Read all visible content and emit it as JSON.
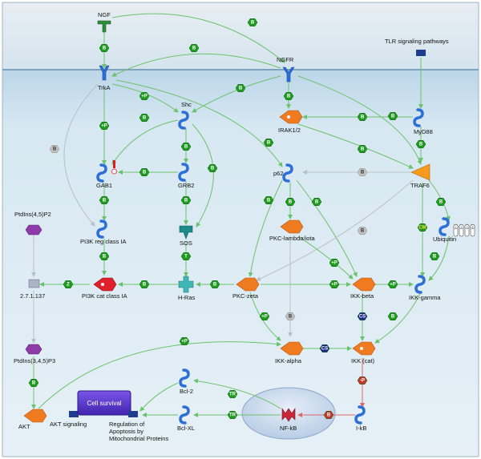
{
  "nodes": {
    "ngf": "NGF",
    "trka": "TrkA",
    "ngfr": "NGFR",
    "tlr": "TLR signaling pathways",
    "shc": "Shc",
    "irak": "IRAK1/2",
    "myd88": "MyD88",
    "gab1": "GAB1",
    "grb2": "GRB2",
    "p62": "p62",
    "traf6": "TRAF6",
    "ptdins45": "PtdIns(4,5)P2",
    "pi3k_reg": "PI3K reg class IA",
    "sos": "SOS",
    "pkc_lambda": "PKC-lambda/iota",
    "ubiquitin": "Ubiquitin",
    "enz": "2.7.1.137",
    "pi3k_cat": "PI3K cat class IA",
    "hras": "H-Ras",
    "pkc_zeta": "PKC-zeta",
    "ikk_beta": "IKK-beta",
    "ikk_gamma": "IKK-gamma",
    "ptdins345": "PtdIns(3,4,5)P3",
    "ikk_alpha": "IKK-alpha",
    "ikk_cat": "IKK (cat)",
    "bcl2": "Bcl-2",
    "akt": "AKT",
    "akt_signaling": "AKT signaling",
    "cell_survival": "Cell survival",
    "regulation_1": "Regulation of",
    "regulation_2": "Apoptosis by",
    "regulation_3": "Mitochondrial Proteins",
    "bclxl": "Bcl-XL",
    "nfkb": "NF-kB",
    "ikb": "I-kB",
    "ubiq_tags": [
      "1",
      "2",
      "3",
      "4"
    ]
  },
  "badges": {
    "b": "B",
    "p": "+P",
    "t": "T",
    "z": "Z",
    "tr": "TR",
    "cs": "CS",
    "cm": "CM",
    "neg_p": "-P"
  },
  "colors": {
    "membrane_top": "#dfe9ef",
    "cytoplasm": "#cfe3ef",
    "edge_green": "#6cc26c",
    "badge_green": "#1f9c1f",
    "badge_gray": "#c0c0c0",
    "badge_navy": "#1b2a8a",
    "badge_red": "#c0392b",
    "protein_blue": "#2d6fd6",
    "enzyme_orange": "#f07a20",
    "lipid_purple": "#8e3aa8",
    "cell_survival_purple": "#5a34c7",
    "nucleus": "#c9dcef"
  }
}
